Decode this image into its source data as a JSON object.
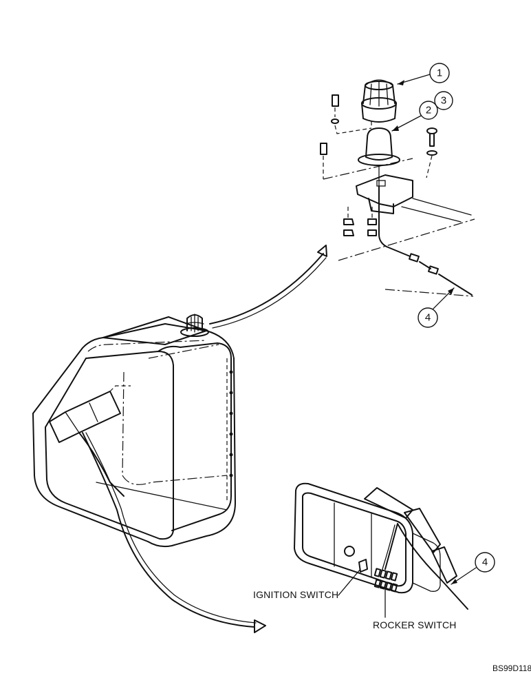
{
  "callouts": {
    "c1": "1",
    "c2": "2",
    "c3": "3",
    "c4_upper": "4",
    "c4_lower": "4"
  },
  "labels": {
    "ignition_switch": "IGNITION SWITCH",
    "rocker_switch": "ROCKER SWITCH"
  },
  "drawing_code": "BS99D118"
}
